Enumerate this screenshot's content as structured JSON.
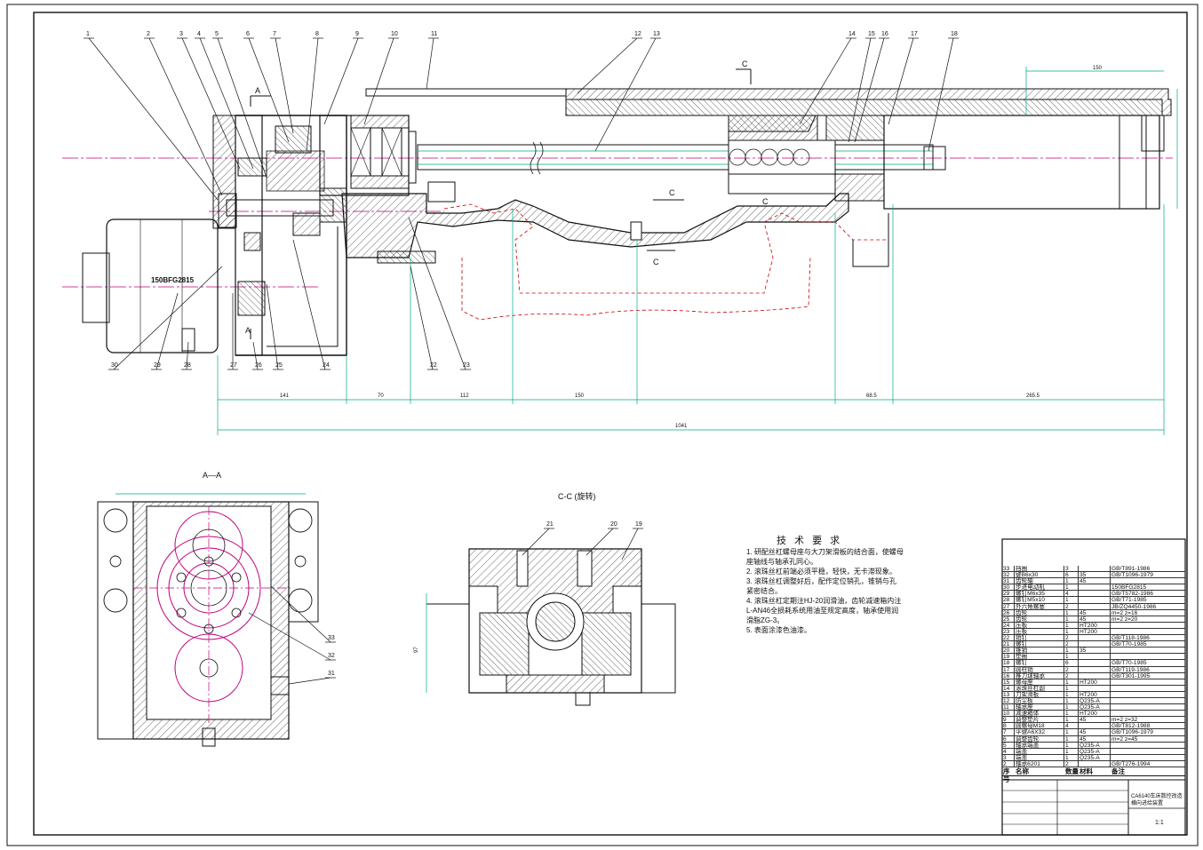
{
  "balloons_top": [
    "1",
    "2",
    "3",
    "4",
    "5",
    "6",
    "7",
    "8",
    "9",
    "10",
    "11",
    "12",
    "13",
    "14",
    "15",
    "16",
    "17",
    "18"
  ],
  "balloons_bottom": [
    "30",
    "29",
    "28",
    "27",
    "26",
    "25",
    "24",
    "22",
    "23"
  ],
  "balloons_aa": [
    "33",
    "32",
    "31"
  ],
  "balloons_cc": [
    "21",
    "20",
    "19"
  ],
  "motor_label": "150BFG2815",
  "section_label_a": "A",
  "section_label_c": "C",
  "view_aa_title": "A—A",
  "view_cc_title": "C-C (旋转)",
  "dims_bottom": [
    "141",
    "70",
    "112",
    "150",
    "68.5",
    "265.5"
  ],
  "dim_overall": "1041",
  "dim_top_right": "150",
  "dim_cc_height": "97",
  "tech_title": "技 术 要 求",
  "tech_notes": [
    "1. 研配丝杠螺母座与大刀架滑板的结合面，使螺母",
    "   座轴线与轴承孔同心。",
    "2. 滚珠丝杠前端必须平稳，轻快，无卡滞现象。",
    "3. 滚珠丝杠调整好后，配作定位销孔，锥销与孔",
    "   紧密结合。",
    "4. 滚珠丝杠定期注HJ-20润滑油，齿轮减速箱内注",
    "   L-AN46全损耗系统用油至规定高度，轴承使用润",
    "   滑脂ZG-3。",
    "5. 表面涂漆色油漆。"
  ],
  "bom_rows": [
    [
      "33",
      "挡圈",
      "3",
      "",
      "GB/T891-1986"
    ],
    [
      "32",
      "键B6x30",
      "6",
      "35",
      "GB/T1096-1979"
    ],
    [
      "31",
      "齿轮轴",
      "1",
      "45",
      ""
    ],
    [
      "30",
      "步进电动机",
      "1",
      "",
      "150BFG2815"
    ],
    [
      "29",
      "螺钉M6x35",
      "4",
      "",
      "GB/T5782-1986"
    ],
    [
      "28",
      "螺钉M5x10",
      "1",
      "",
      "GB/T71-1985"
    ],
    [
      "27",
      "外六角螺塞",
      "2",
      "",
      "JB/ZQ4450-1986"
    ],
    [
      "26",
      "齿轮",
      "1",
      "45",
      "m=2 z=16"
    ],
    [
      "25",
      "齿轮",
      "1",
      "45",
      "m=2 z=20"
    ],
    [
      "24",
      "压板",
      "1",
      "HT200",
      ""
    ],
    [
      "23",
      "压板",
      "1",
      "HT200",
      ""
    ],
    [
      "22",
      "销钉",
      "2",
      "",
      "GB/T118-1986"
    ],
    [
      "21",
      "螺钉",
      "2",
      "",
      "GB/T70-1985"
    ],
    [
      "20",
      "锥销",
      "1",
      "35",
      ""
    ],
    [
      "19",
      "垫圈",
      "1",
      "",
      ""
    ],
    [
      "18",
      "螺钉",
      "6",
      "",
      "GB/T70-1985"
    ],
    [
      "17",
      "圆柱销",
      "2",
      "",
      "GB/T119-1986"
    ],
    [
      "16",
      "推力球轴承",
      "2",
      "",
      "GB/T301-1995"
    ],
    [
      "15",
      "螺母座",
      "1",
      "HT200",
      ""
    ],
    [
      "14",
      "滚珠丝杠副",
      "1",
      "",
      ""
    ],
    [
      "13",
      "刀架滑板",
      "1",
      "HT200",
      ""
    ],
    [
      "12",
      "防尘板",
      "1",
      "Q235-A",
      ""
    ],
    [
      "11",
      "轴承座",
      "1",
      "Q235-A",
      ""
    ],
    [
      "10",
      "减速箱体",
      "1",
      "HT200",
      ""
    ],
    [
      "9",
      "调整垫片",
      "1",
      "45",
      "m=2 z=32"
    ],
    [
      "8",
      "圆螺母M18",
      "4",
      "",
      "GB/T812-1988"
    ],
    [
      "7",
      "平键A6X32",
      "1",
      "45",
      "GB/T1096-1979"
    ],
    [
      "6",
      "调整齿轮",
      "1",
      "45",
      "m=2 z=45"
    ],
    [
      "5",
      "轴承端盖",
      "1",
      "Q235-A",
      ""
    ],
    [
      "4",
      "端盖",
      "1",
      "Q235-A",
      ""
    ],
    [
      "3",
      "端盖",
      "1",
      "Q235-A",
      ""
    ],
    [
      "2",
      "轴承6201",
      "2",
      "",
      "GB/T276-1994"
    ]
  ],
  "bom_header": [
    "序号",
    "名称",
    "数量",
    "材料",
    "备注"
  ],
  "title_block": {
    "drawing_title": "CA6140车床数控改造横向进给装置",
    "sheet": "1:1"
  }
}
